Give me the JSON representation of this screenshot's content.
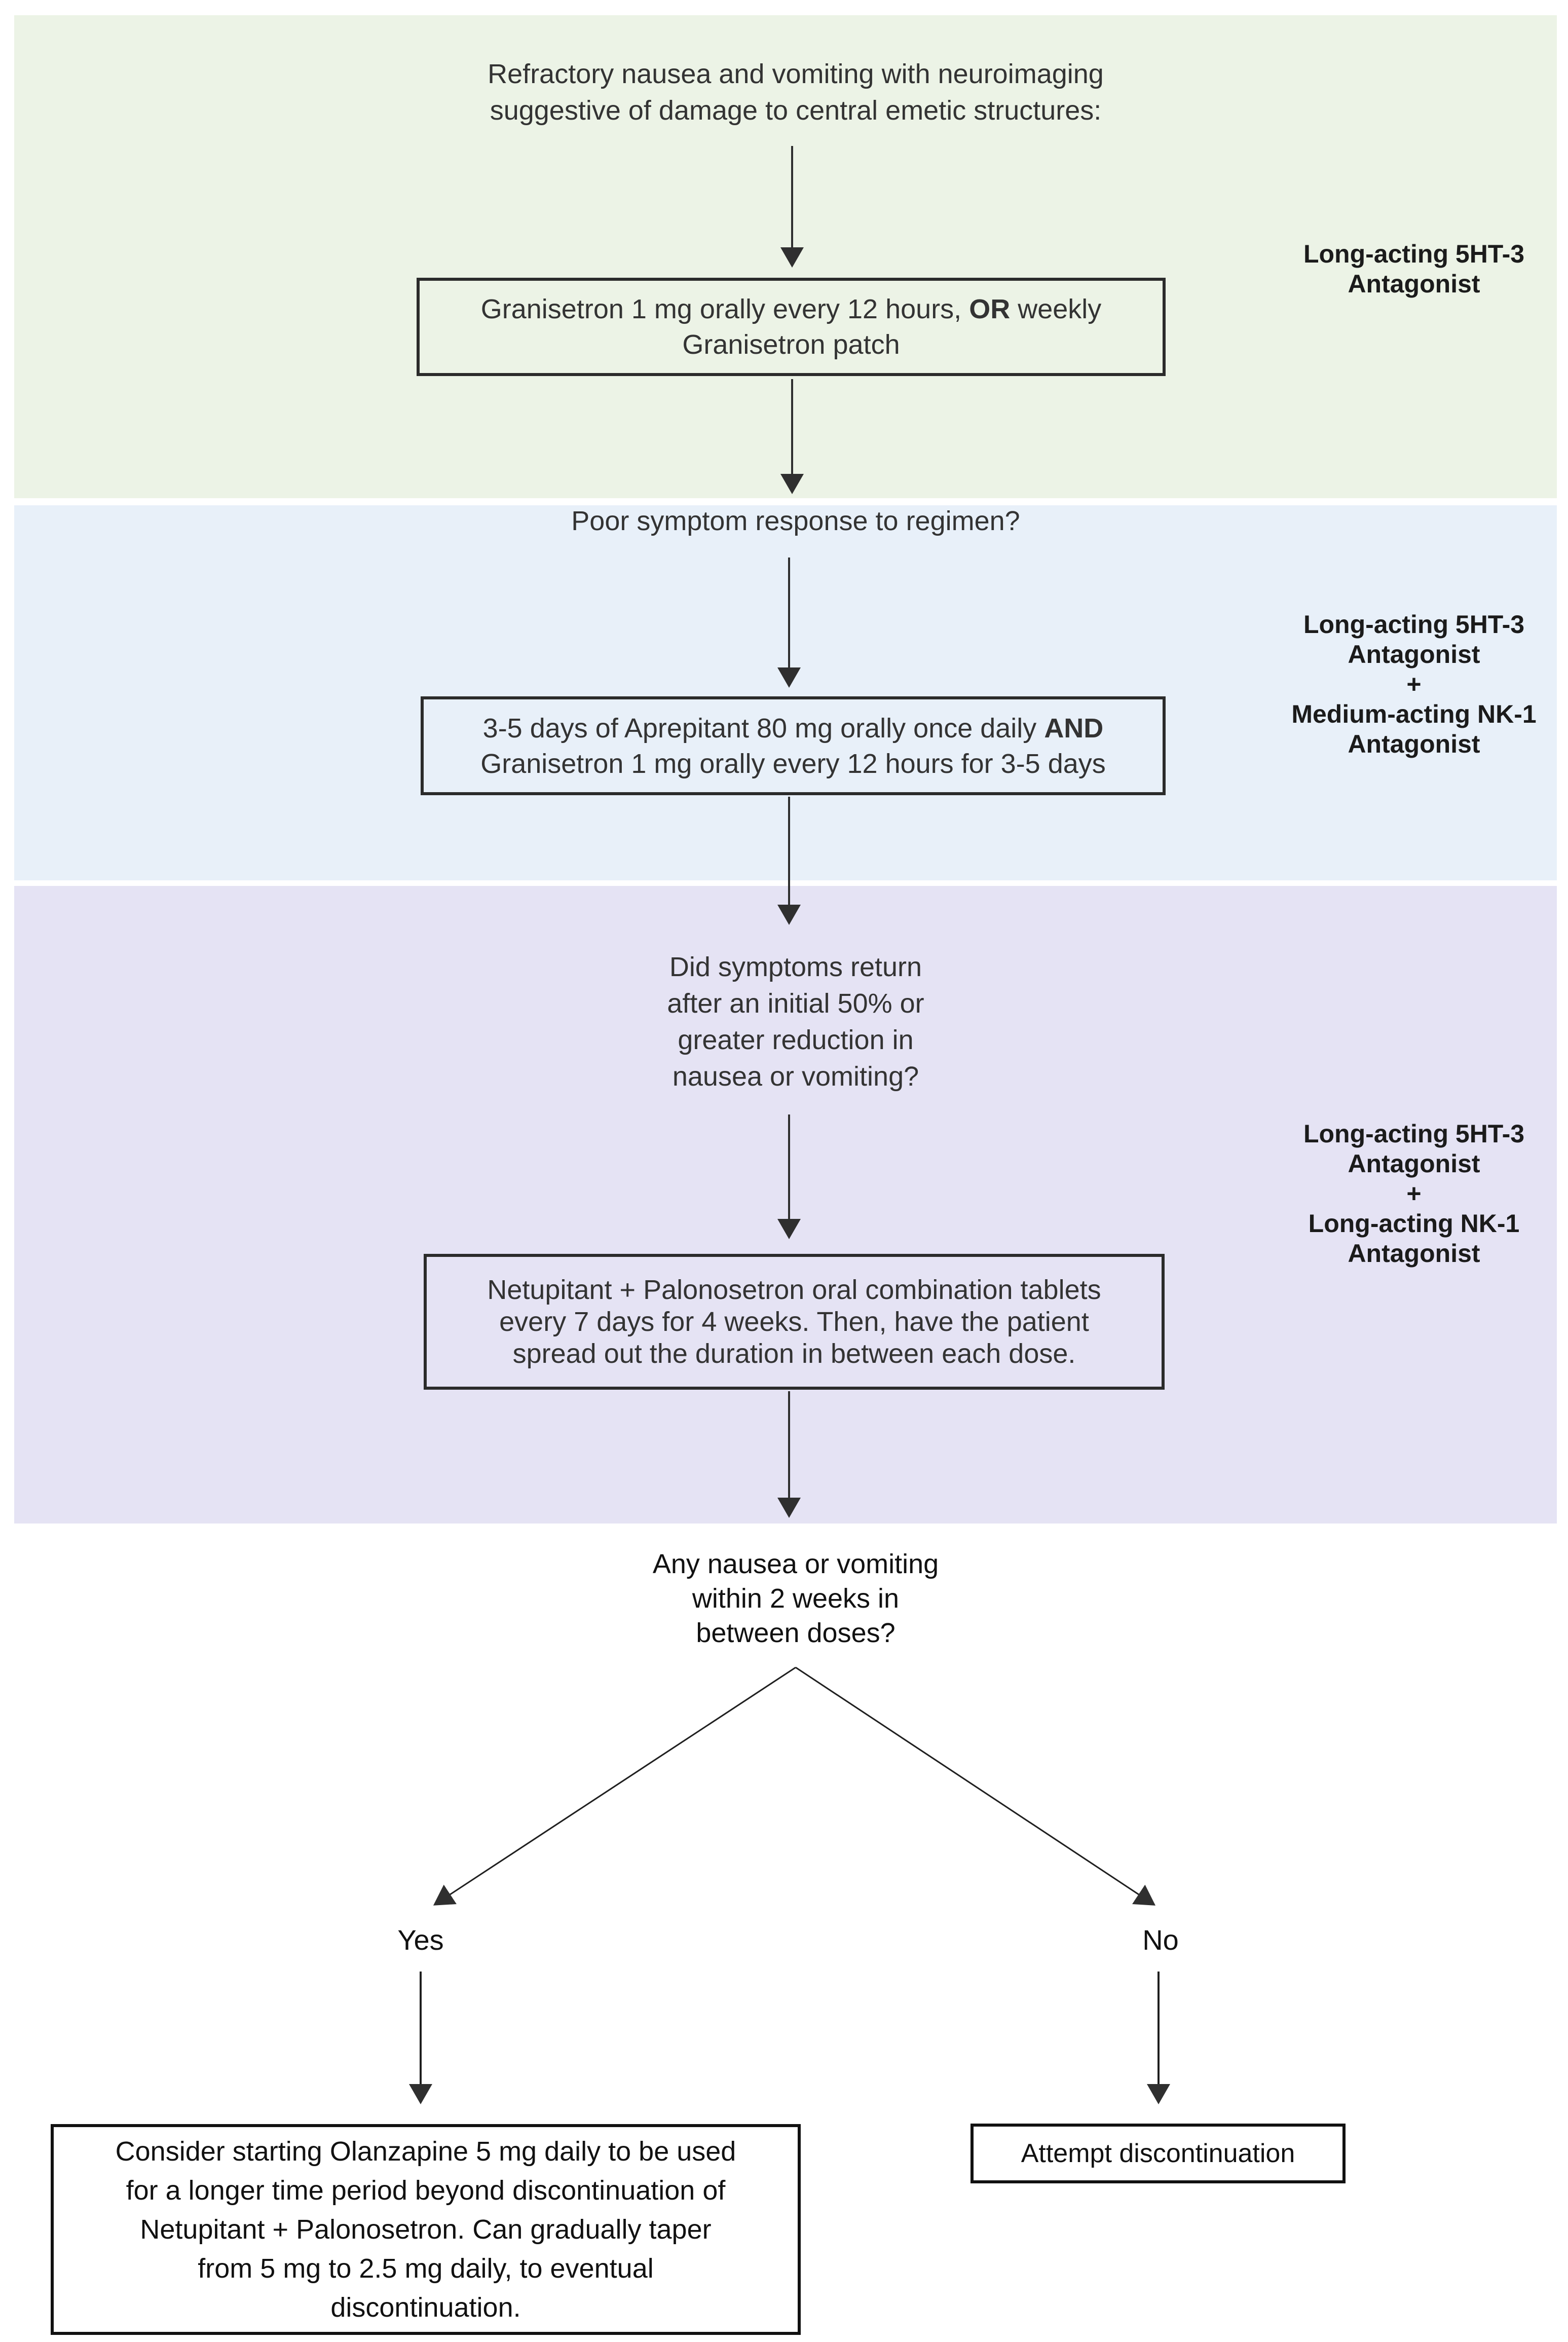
{
  "colors": {
    "band_green": "#ecf3e6",
    "band_blue": "#e8f0f9",
    "band_purple": "#e5e3f4",
    "box_border": "#2b2b2b",
    "final_box_border": "#111111",
    "arrow": "#2f2f2f",
    "text": "#333333",
    "side_label_text": "#1b1b1b"
  },
  "stage_initial": {
    "question_lines": [
      "Refractory nausea and vomiting with neuroimaging",
      "suggestive of damage to central emetic structures:"
    ],
    "box": {
      "line1_pre": "Granisetron 1 mg orally every 12 hours, ",
      "line1_bold": "OR",
      "line1_post": " weekly",
      "line2": "Granisetron patch"
    },
    "side_label_lines": [
      "Long-acting 5HT-3",
      "Antagonist"
    ]
  },
  "stage_second": {
    "question": "Poor symptom response to regimen?",
    "box": {
      "line1_pre": "3-5 days of Aprepitant 80 mg orally once daily ",
      "line1_bold": "AND",
      "line1_post": "",
      "line2": "Granisetron 1 mg orally every 12 hours for 3-5 days"
    },
    "side_label_lines": [
      "Long-acting 5HT-3",
      "Antagonist",
      "+",
      "Medium-acting NK-1",
      "Antagonist"
    ]
  },
  "stage_third": {
    "question_lines": [
      "Did symptoms return",
      "after an initial 50% or",
      "greater reduction in",
      "nausea or vomiting?"
    ],
    "box_lines": [
      "Netupitant + Palonosetron oral combination tablets",
      "every 7 days for 4 weeks. Then, have the patient",
      "spread out the duration in between each dose."
    ],
    "side_label_lines": [
      "Long-acting 5HT-3",
      "Antagonist",
      "+",
      "Long-acting NK-1",
      "Antagonist"
    ]
  },
  "decision": {
    "question_lines": [
      "Any nausea or vomiting",
      "within 2 weeks in",
      "between doses?"
    ],
    "yes_label": "Yes",
    "no_label": "No",
    "yes_box_lines": [
      "Consider starting Olanzapine 5 mg daily to be used",
      "for a longer time period beyond discontinuation of",
      "Netupitant + Palonosetron. Can gradually taper",
      "from 5 mg to 2.5 mg daily, to eventual",
      "discontinuation."
    ],
    "no_box_text": "Attempt discontinuation"
  }
}
